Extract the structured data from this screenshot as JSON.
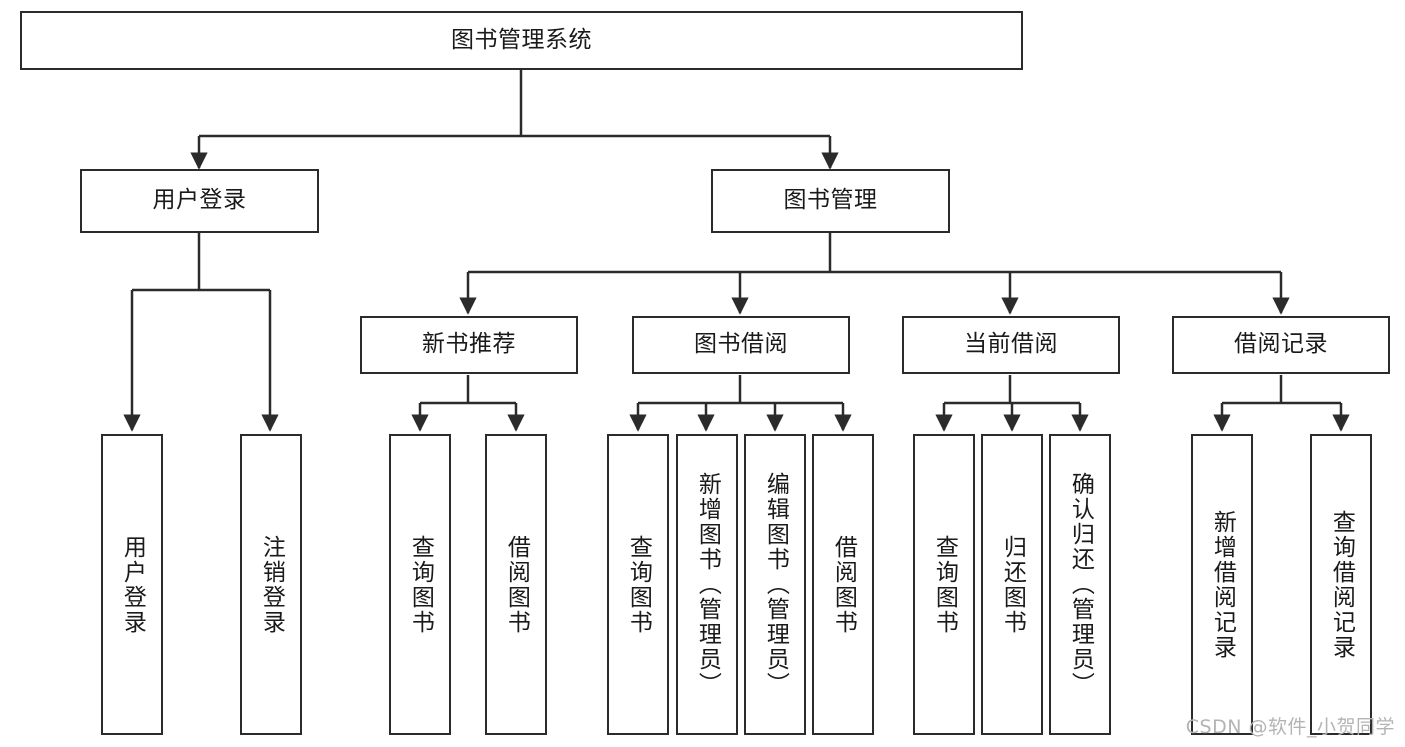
{
  "diagram": {
    "type": "tree-hierarchy-chart",
    "title_node": "图书管理系统",
    "line_color": "#2b2b2b",
    "box_fill": "#ffffff",
    "text_color": "#1a1a1a",
    "root": {
      "label": "图书管理系统"
    },
    "level1": [
      {
        "label": "用户登录"
      },
      {
        "label": "图书管理"
      }
    ],
    "level2": [
      {
        "label": "新书推荐"
      },
      {
        "label": "图书借阅"
      },
      {
        "label": "当前借阅"
      },
      {
        "label": "借阅记录"
      }
    ],
    "leaves": {
      "user_login": [
        {
          "label": "用户登录"
        },
        {
          "label": "注销登录"
        }
      ],
      "new_book_recommend": [
        {
          "label": "查询图书"
        },
        {
          "label": "借阅图书"
        }
      ],
      "book_borrow": [
        {
          "label": "查询图书"
        },
        {
          "label": "新增图书（管理员）"
        },
        {
          "label": "编辑图书（管理员）"
        },
        {
          "label": "借阅图书"
        }
      ],
      "current_borrow": [
        {
          "label": "查询图书"
        },
        {
          "label": "归还图书"
        },
        {
          "label": "确认归还（管理员）"
        }
      ],
      "borrow_record": [
        {
          "label": "新增借阅记录"
        },
        {
          "label": "查询借阅记录"
        }
      ]
    }
  },
  "watermark": {
    "text": "CSDN @软件_小贺同学",
    "color": "#b4b4b4"
  }
}
